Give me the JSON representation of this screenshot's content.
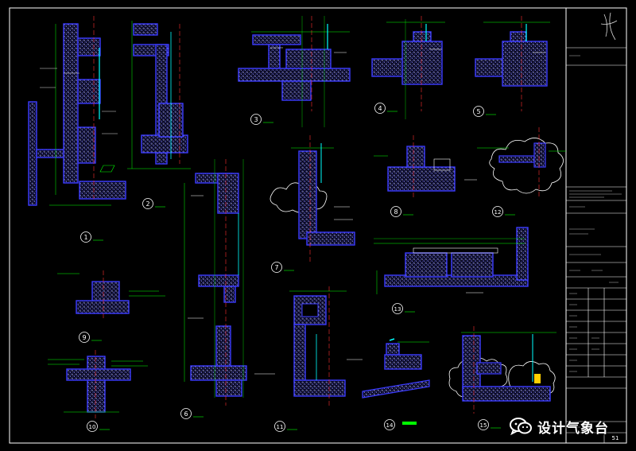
{
  "drawing": {
    "sheet_number_label": "51",
    "background": "#000000",
    "colors": {
      "hatch": "#c0c0ff",
      "wall": "#3b3bff",
      "dim": "#00ff00",
      "text": "#00ffff",
      "axis": "#ff3030",
      "frame": "#ffffff",
      "gold": "#ffd000"
    },
    "details": [
      {
        "id": "d1",
        "number": "1"
      },
      {
        "id": "d2",
        "number": "2"
      },
      {
        "id": "d3",
        "number": "3"
      },
      {
        "id": "d4",
        "number": "4"
      },
      {
        "id": "d5",
        "number": "5"
      },
      {
        "id": "d6",
        "number": "6"
      },
      {
        "id": "d7",
        "number": "7"
      },
      {
        "id": "d8",
        "number": "8"
      },
      {
        "id": "d9",
        "number": "9"
      },
      {
        "id": "d10",
        "number": "10"
      },
      {
        "id": "d11",
        "number": "11"
      },
      {
        "id": "d12",
        "number": "12"
      },
      {
        "id": "d13",
        "number": "13"
      },
      {
        "id": "d14",
        "number": "14"
      },
      {
        "id": "d15",
        "number": "15"
      }
    ]
  },
  "watermark": {
    "text": "设计气象台",
    "icon": "wechat-icon"
  }
}
